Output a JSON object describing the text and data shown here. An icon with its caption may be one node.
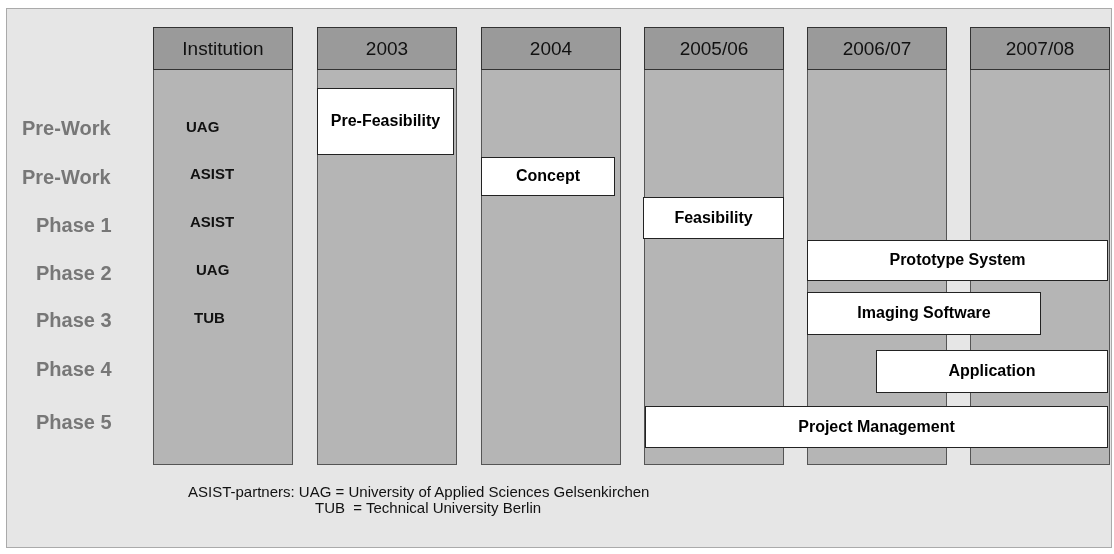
{
  "diagram": {
    "nodes": [
      {
        "text": [
          "Institution"
        ]
      },
      {
        "text": [
          "2003"
        ]
      },
      {
        "text": [
          "2004"
        ]
      },
      {
        "text": [
          "2005/06"
        ]
      },
      {
        "text": [
          "2006/07"
        ]
      },
      {
        "text": [
          "2007/08"
        ]
      },
      {
        "text": [
          "Pre-Feasibility"
        ],
        "in": 1
      },
      {
        "text": [
          "Concept"
        ],
        "in": 2
      },
      {
        "text": [
          "Feasibility"
        ],
        "in": 3
      },
      {
        "text": [
          "Prototype System"
        ]
      },
      {
        "text": [
          "Imaging Software"
        ]
      },
      {
        "text": [
          "Application"
        ]
      },
      {
        "text": [
          "Project Management"
        ]
      }
    ],
    "labels": [
      "Pre-Work",
      "UAG",
      "Pre-Work",
      "ASIST",
      "Phase 1",
      "ASIST",
      "Phase 2",
      "UAG",
      "Phase 3",
      "TUB",
      "Phase 4",
      "Phase 5",
      "ASIST-partners: UAG = University of Applied Sciences Gelsenkirchen",
      "TUB  = Technical University Berlin"
    ]
  }
}
